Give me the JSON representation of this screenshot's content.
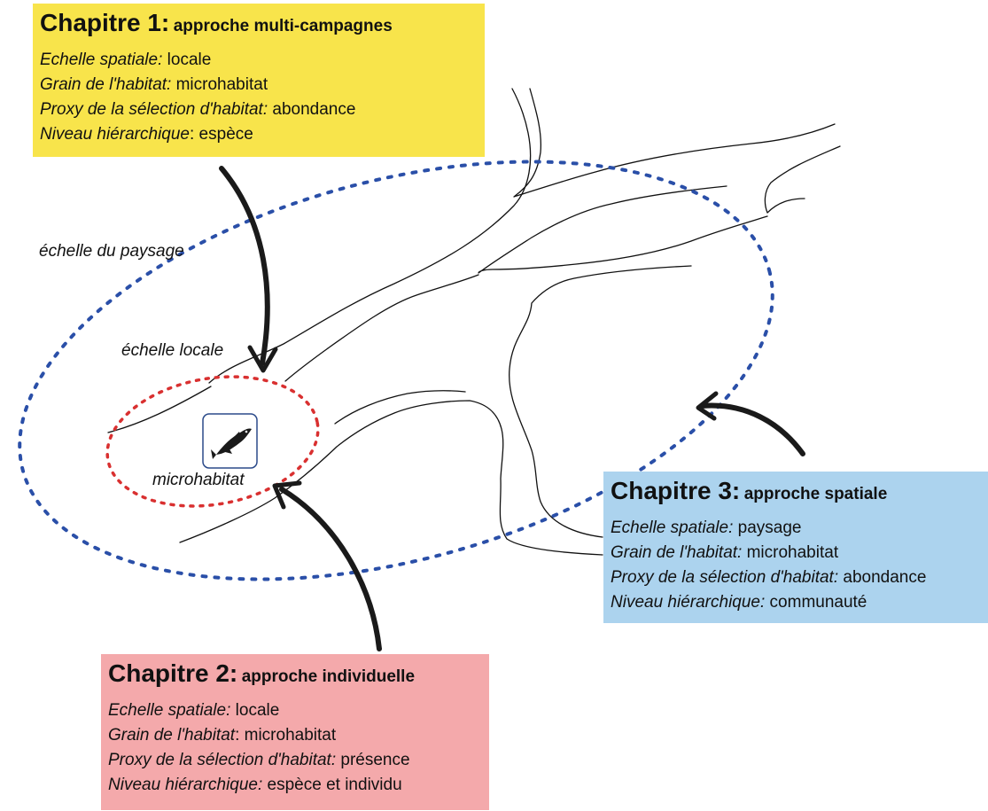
{
  "labels": {
    "landscape_scale": "échelle du paysage",
    "local_scale": "échelle locale",
    "microhabitat": "microhabitat"
  },
  "icons": {
    "fish": "fish-icon"
  },
  "colors": {
    "chapter1_bg": "#f8e44b",
    "chapter2_bg": "#f4a9ab",
    "chapter3_bg": "#acd3ee",
    "landscape_ellipse": "#2a4fa8",
    "local_ellipse": "#d93030",
    "arrows": "#1a1a1a"
  },
  "chapters": [
    {
      "title_main": "Chapitre 1:",
      "title_sub": "approche multi-campagnes",
      "lines": [
        {
          "label": "Echelle spatiale:",
          "value": " locale"
        },
        {
          "label": "Grain de l'habitat:",
          "value": " microhabitat"
        },
        {
          "label": "Proxy de la sélection d'habitat:",
          "value": " abondance"
        },
        {
          "label": "Niveau hiérarchique",
          "value": ": espèce"
        }
      ]
    },
    {
      "title_main": "Chapitre 2:",
      "title_sub": "approche individuelle",
      "lines": [
        {
          "label": "Echelle spatiale:",
          "value": " locale"
        },
        {
          "label": "Grain de l'habitat",
          "value": ": microhabitat"
        },
        {
          "label": "Proxy de la sélection d'habitat:",
          "value": " présence"
        },
        {
          "label": "Niveau hiérarchique:",
          "value": " espèce et individu"
        }
      ]
    },
    {
      "title_main": "Chapitre 3:",
      "title_sub": "approche spatiale",
      "lines": [
        {
          "label": "Echelle spatiale:",
          "value": " paysage"
        },
        {
          "label": "Grain de l'habitat:",
          "value": " microhabitat"
        },
        {
          "label": "Proxy de la sélection d'habitat:",
          "value": " abondance"
        },
        {
          "label": "Niveau hiérarchique:",
          "value": " communauté"
        }
      ]
    }
  ]
}
